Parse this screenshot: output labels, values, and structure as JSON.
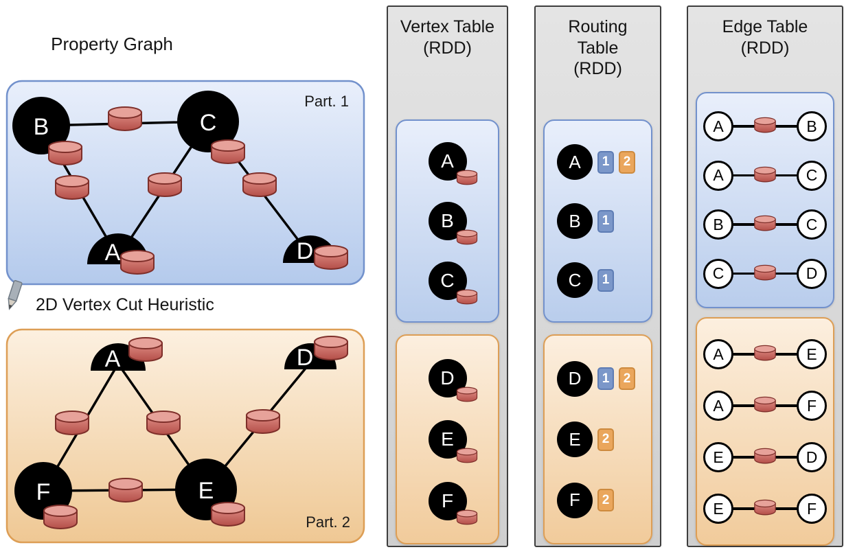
{
  "graph": {
    "title": "Property Graph",
    "cut_label": "2D Vertex Cut Heuristic",
    "part1": {
      "label": "Part. 1",
      "vertices": {
        "B": "B",
        "C": "C",
        "A": "A",
        "D": "D"
      }
    },
    "part2": {
      "label": "Part. 2",
      "vertices": {
        "A": "A",
        "D": "D",
        "F": "F",
        "E": "E"
      }
    }
  },
  "vertex_table": {
    "title": [
      "Vertex Table",
      "(RDD)"
    ],
    "part1_rows": [
      "A",
      "B",
      "C"
    ],
    "part2_rows": [
      "D",
      "E",
      "F"
    ]
  },
  "routing_table": {
    "title": [
      "Routing",
      "Table",
      "(RDD)"
    ],
    "part1_rows": [
      {
        "vertex": "A",
        "badges": [
          "1",
          "2"
        ]
      },
      {
        "vertex": "B",
        "badges": [
          "1"
        ]
      },
      {
        "vertex": "C",
        "badges": [
          "1"
        ]
      }
    ],
    "part2_rows": [
      {
        "vertex": "D",
        "badges": [
          "1",
          "2"
        ]
      },
      {
        "vertex": "E",
        "badges": [
          "2"
        ]
      },
      {
        "vertex": "F",
        "badges": [
          "2"
        ]
      }
    ]
  },
  "edge_table": {
    "title": [
      "Edge Table",
      "(RDD)"
    ],
    "part1_rows": [
      {
        "src": "A",
        "dst": "B"
      },
      {
        "src": "A",
        "dst": "C"
      },
      {
        "src": "B",
        "dst": "C"
      },
      {
        "src": "C",
        "dst": "D"
      }
    ],
    "part2_rows": [
      {
        "src": "A",
        "dst": "E"
      },
      {
        "src": "A",
        "dst": "F"
      },
      {
        "src": "E",
        "dst": "D"
      },
      {
        "src": "E",
        "dst": "F"
      }
    ]
  },
  "colors": {
    "partition1_fill": "#c9d8f1",
    "partition1_border": "#7291cc",
    "partition2_fill": "#f6dcba",
    "partition2_border": "#dd9e55",
    "table_background": "#d9d9d9",
    "table_border": "#3d3d3d",
    "vertex_fill": "#000000",
    "vertex_text": "#ffffff",
    "property_cylinder": "#c96a63",
    "badge_part1": "#7b97c9",
    "badge_part2": "#eaa65c"
  }
}
